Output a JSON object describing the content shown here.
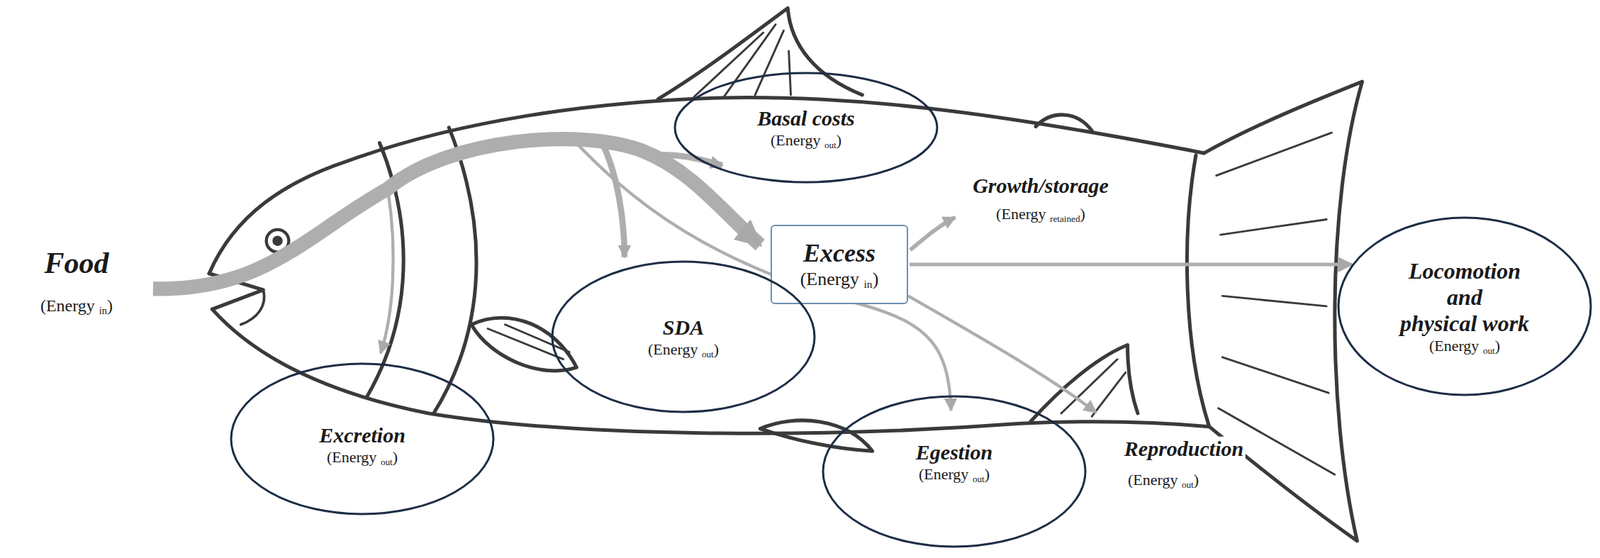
{
  "diagram": {
    "nodes": [
      {
        "text": [
          "Basal costs",
          "(Energy out)"
        ]
      },
      {
        "text": [
          "Excess",
          "(Energy in)"
        ]
      },
      {
        "text": [
          "SDA",
          "(Energy out)"
        ]
      },
      {
        "text": [
          "Locomotion and physical work",
          "(Energy out)"
        ]
      },
      {
        "text": [
          "Excretion",
          "(Energy out)"
        ]
      },
      {
        "text": [
          "Egestion",
          "(Energy out)"
        ]
      }
    ],
    "edges": [
      {
        "from": 1,
        "to": 3,
        "arrow": "to"
      }
    ],
    "labels": [
      "Food",
      "(Energy in)",
      "Growth/storage",
      "(Energy retained)",
      "Reproduction",
      "(Energy out)"
    ]
  }
}
